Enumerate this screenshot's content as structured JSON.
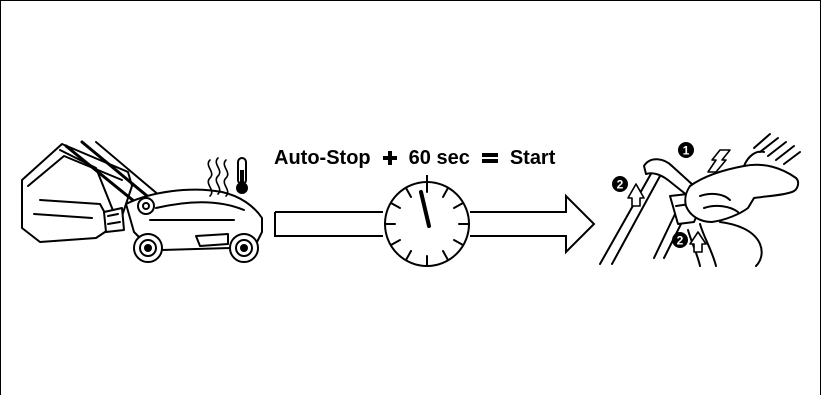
{
  "equation": {
    "auto_stop": "Auto-Stop",
    "delay": "60 sec",
    "start": "Start"
  },
  "steps": {
    "step1": "1",
    "step2": "2"
  },
  "icons": {
    "mower": "lawnmower-icon",
    "heat": "heat-waves-icon",
    "thermometer": "thermometer-icon",
    "clock": "clock-dial-icon",
    "hand": "hand-on-handle-icon"
  }
}
